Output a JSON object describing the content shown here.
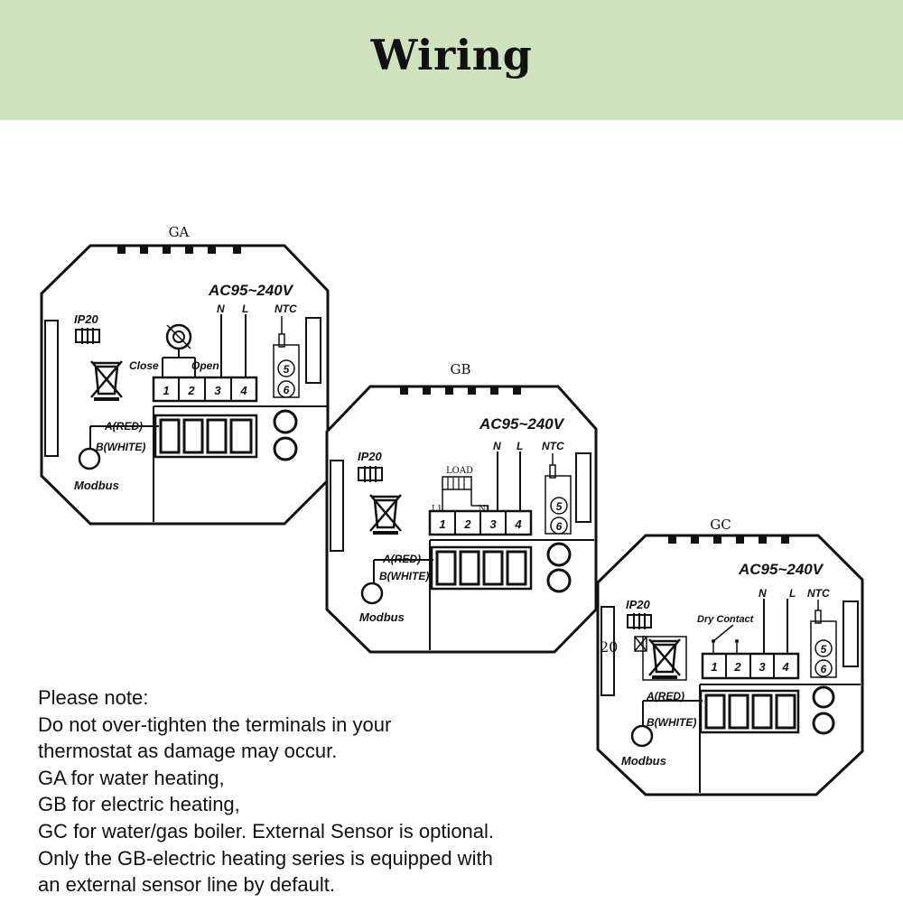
{
  "header": {
    "title": "Wiring"
  },
  "modules": [
    {
      "name": "GA",
      "voltage": "AC95~240V",
      "n_label": "N",
      "l_label": "L",
      "ntc_label": "NTC",
      "ip_label": "IP20",
      "extra_labels": [
        "Close",
        "Open"
      ],
      "terminals": [
        "1",
        "2",
        "3",
        "4"
      ],
      "sensor_terminals": [
        "5",
        "6"
      ],
      "a_label": "A(RED)",
      "b_label": "B(WHITE)",
      "bus_label": "Modbus"
    },
    {
      "name": "GB",
      "voltage": "AC95~240V",
      "n_label": "N",
      "l_label": "L",
      "ntc_label": "NTC",
      "ip_label": "IP20",
      "extra_labels": [
        "LOAD",
        "L1",
        "N1"
      ],
      "terminals": [
        "1",
        "2",
        "3",
        "4"
      ],
      "sensor_terminals": [
        "5",
        "6"
      ],
      "a_label": "A(RED)",
      "b_label": "B(WHITE)",
      "bus_label": "Modbus"
    },
    {
      "name": "GC",
      "voltage": "AC95~240V",
      "n_label": "N",
      "l_label": "L",
      "ntc_label": "NTC",
      "ip_label": "IP20",
      "extra_labels": [
        "Dry Contact",
        "20"
      ],
      "terminals": [
        "1",
        "2",
        "3",
        "4"
      ],
      "sensor_terminals": [
        "5",
        "6"
      ],
      "a_label": "A(RED)",
      "b_label": "B(WHITE)",
      "bus_label": "Modbus"
    }
  ],
  "notes": [
    "Please note:",
    "Do not over-tighten the terminals in your",
    "thermostat as damage may occur.",
    "GA for water heating,",
    "GB for electric heating,",
    "GC for water/gas boiler. External Sensor is optional.",
    "Only the GB-electric heating series is equipped with",
    "an external sensor line by default."
  ]
}
